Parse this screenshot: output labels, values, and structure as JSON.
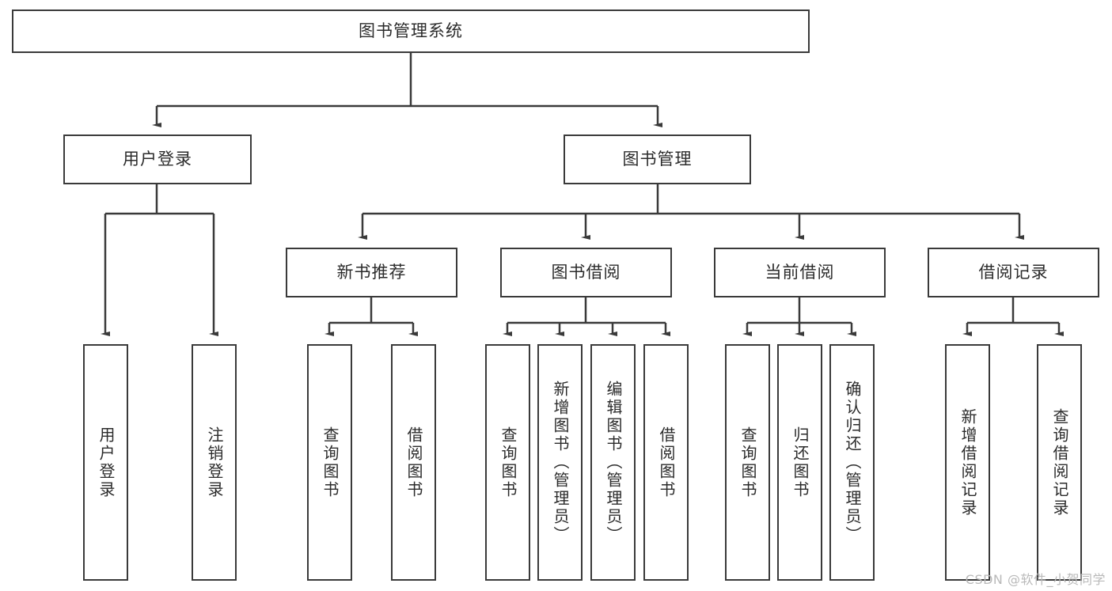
{
  "diagram": {
    "title": "图书管理系统",
    "watermark": "CSDN @软件_小贺同学",
    "colors": {
      "border": "#3a3a3a",
      "text": "#2b2b2b",
      "background": "#ffffff",
      "watermark": "#b9b9b9"
    },
    "nodes": {
      "root": "图书管理系统",
      "user_login": "用户登录",
      "book_manage": "图书管理",
      "new_book_rec": "新书推荐",
      "book_borrow": "图书借阅",
      "current_borrow": "当前借阅",
      "borrow_record": "借阅记录",
      "leaf_user_login": "用户登录",
      "leaf_user_logout": "注销登录",
      "leaf_rec_query_book": "查询图书",
      "leaf_rec_borrow_book": "借阅图书",
      "leaf_bb_query_book": "查询图书",
      "leaf_bb_add_book": "新增图书（管理员）",
      "leaf_bb_edit_book": "编辑图书（管理员）",
      "leaf_bb_borrow_book": "借阅图书",
      "leaf_cb_query_book": "查询图书",
      "leaf_cb_return_book": "归还图书",
      "leaf_cb_confirm_return": "确认归还（管理员）",
      "leaf_br_add_record": "新增借阅记录",
      "leaf_br_query_record": "查询借阅记录"
    }
  }
}
